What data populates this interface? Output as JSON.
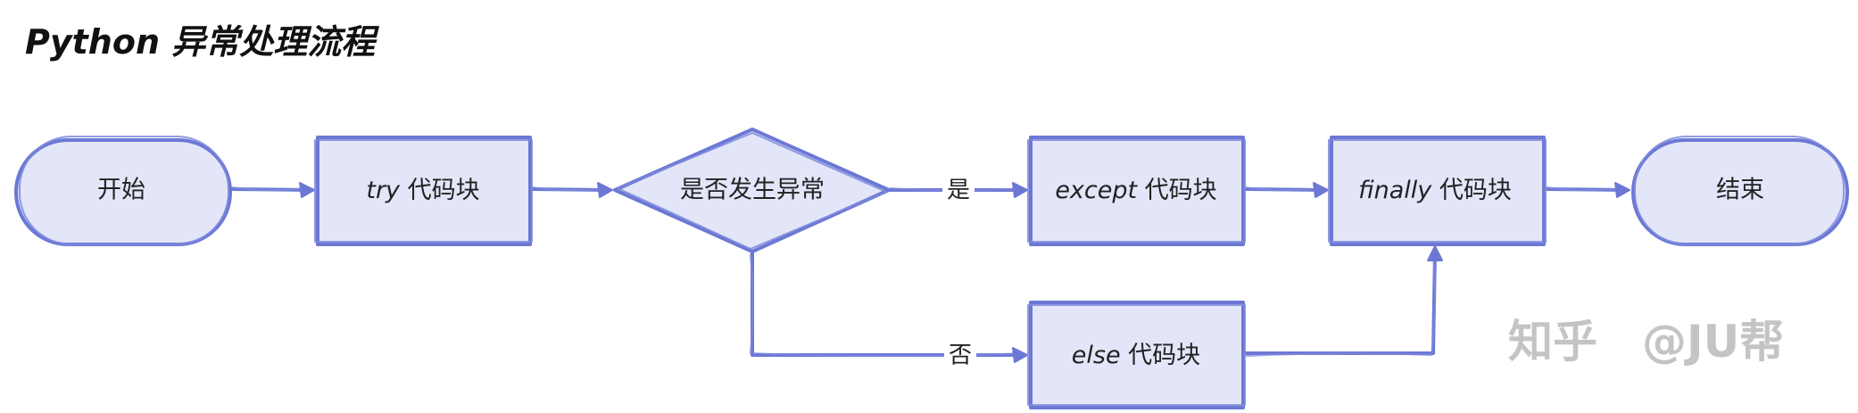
{
  "title": "Python 异常处理流程",
  "nodes": {
    "start": {
      "label": "开始"
    },
    "try_block": {
      "keyword": "try",
      "label": " 代码块"
    },
    "decision": {
      "label": "是否发生异常"
    },
    "except_block": {
      "keyword": "except",
      "label": " 代码块"
    },
    "else_block": {
      "keyword": "else",
      "label": " 代码块"
    },
    "finally_block": {
      "keyword": "finally",
      "label": " 代码块"
    },
    "end": {
      "label": "结束"
    }
  },
  "edges": {
    "yes_label": "是",
    "no_label": "否"
  },
  "watermark": {
    "brand": "知乎",
    "author": "@JU帮"
  },
  "colors": {
    "node_fill": "#e3e6f8",
    "stroke": "#6c78d4",
    "watermark": "#c4c4c4"
  }
}
